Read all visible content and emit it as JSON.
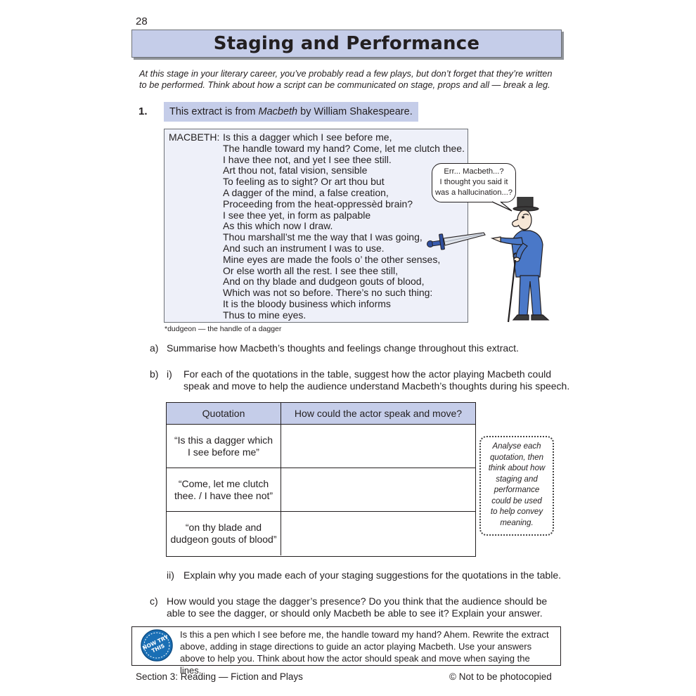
{
  "page_number": "28",
  "title": "Staging and Performance",
  "intro": "At this stage in your literary career, you’ve probably read a few plays, but don’t forget that they’re written to be performed. Think about how a script can be communicated on stage, props and all — break a leg.",
  "question1": {
    "number": "1.",
    "banner_pre": "This extract is from ",
    "banner_play": "Macbeth",
    "banner_post": " by William Shakespeare."
  },
  "extract": {
    "speaker": "MACBETH:",
    "lines": [
      "Is this a dagger which I see before me,",
      "The handle toward my hand? Come, let me clutch thee.",
      "I have thee not, and yet I see thee still.",
      "Art thou not, fatal vision, sensible",
      "To feeling as to sight? Or art thou but",
      "A dagger of the mind, a false creation,",
      "Proceeding from the heat-oppressèd brain?",
      "I see thee yet, in form as palpable",
      "As this which now I draw.",
      "Thou marshall’st me the way that I was going,",
      "And such an instrument I was to use.",
      "Mine eyes are made the fools o’ the other senses,",
      "Or else worth all the rest. I see thee still,",
      "And on thy blade and dudgeon gouts of blood,",
      "Which was not so before. There’s no such thing:",
      "It is the bloody business which informs",
      "Thus to mine eyes."
    ],
    "footnote": "*dudgeon — the handle of a dagger"
  },
  "speech_bubble": [
    "Err... Macbeth...?",
    "I thought you said it",
    "was a hallucination...?"
  ],
  "part_a": {
    "label": "a)",
    "text": "Summarise how Macbeth’s thoughts and feelings change throughout this extract."
  },
  "part_b": {
    "label": "b)",
    "sub_i": "i)",
    "text_line1": "For each of the quotations in the table, suggest how the actor playing Macbeth could",
    "text_line2": "speak and move to help the audience understand Macbeth’s thoughts during his speech."
  },
  "table": {
    "headers": [
      "Quotation",
      "How could the actor speak and move?"
    ],
    "rows": [
      {
        "quote_line1": "“Is this a dagger which",
        "quote_line2": "I see before me”",
        "answer": ""
      },
      {
        "quote_line1": "“Come, let me clutch",
        "quote_line2": "thee. / I have thee not”",
        "answer": ""
      },
      {
        "quote_line1": "“on thy blade and",
        "quote_line2": "dudgeon gouts of blood”",
        "answer": ""
      }
    ]
  },
  "hint_box": [
    "Analyse each",
    "quotation, then",
    "think about how",
    "staging and",
    "performance",
    "could be used",
    "to help convey",
    "meaning."
  ],
  "part_b_ii": {
    "label": "ii)",
    "text": "Explain why you made each of your staging suggestions for the quotations in the table."
  },
  "part_c": {
    "label": "c)",
    "text_line1": "How would you stage the dagger’s presence? Do you think that the audience should be",
    "text_line2": "able to see the dagger, or should only Macbeth be able to see it? Explain your answer."
  },
  "now_try_this": {
    "badge_line1": "NOW TRY",
    "badge_line2": "THIS",
    "lines": [
      "Is this a pen which I see before me, the handle toward my hand? Ahem. Rewrite the extract",
      "above, adding in stage directions to guide an actor playing Macbeth. Use your answers",
      "above to help you. Think about how the actor should speak and move when saying the lines."
    ]
  },
  "footer": {
    "left": "Section 3: Reading — Fiction and Plays",
    "right": "© Not to be photocopied"
  },
  "colors": {
    "accent_light": "#c5cde9",
    "extract_bg": "#eef0f9",
    "badge_blue": "#1a6fb5",
    "suit_blue": "#4a78c8"
  }
}
